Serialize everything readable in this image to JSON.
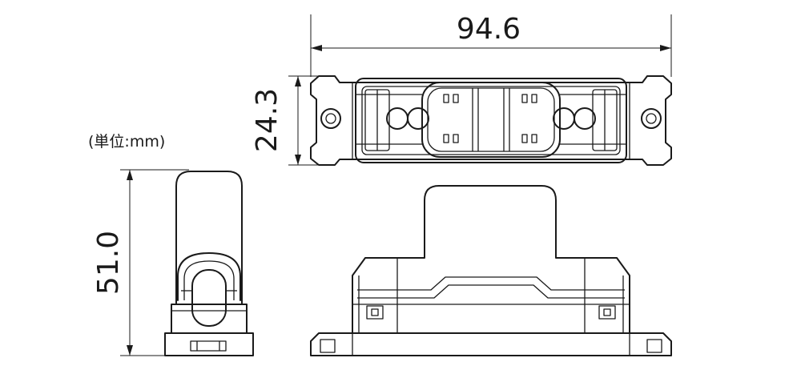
{
  "unit_label": "(単位:mm)",
  "dimensions": {
    "width": "94.6",
    "depth": "24.3",
    "height": "51.0"
  }
}
